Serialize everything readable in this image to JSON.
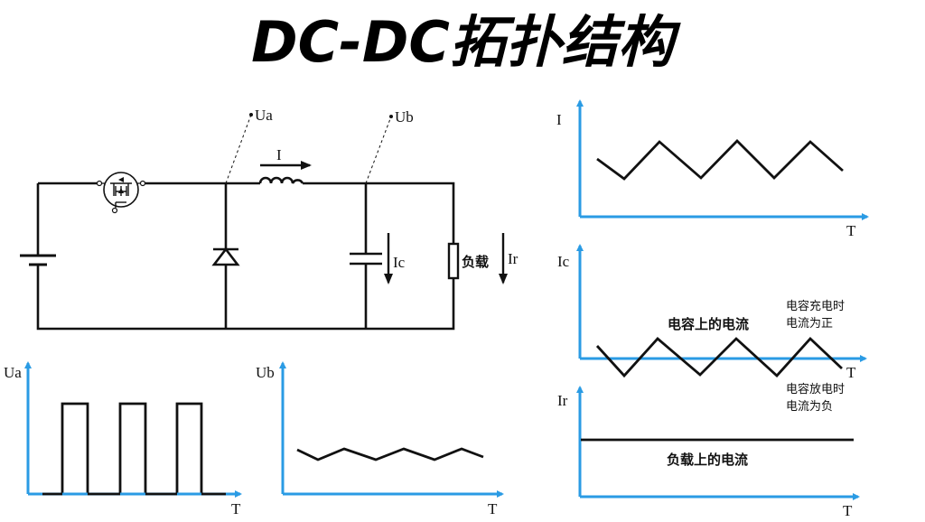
{
  "title": "DC-DC拓扑结构",
  "circuit": {
    "node_a": "Ua",
    "node_b": "Ub",
    "inductor_current": "I",
    "capacitor_current": "Ic",
    "load_label": "负载",
    "load_current": "Ir"
  },
  "graphs": {
    "ua": {
      "ylabel": "Ua",
      "xlabel": "T"
    },
    "ub": {
      "ylabel": "Ub",
      "xlabel": "T"
    },
    "i": {
      "ylabel": "I",
      "xlabel": "T"
    },
    "ic": {
      "ylabel": "Ic",
      "xlabel": "T",
      "caption": "电容上的电流",
      "charge_note": [
        "电容充电时",
        "电流为正"
      ],
      "discharge_note": [
        "电容放电时",
        "电流为负"
      ]
    },
    "ir": {
      "ylabel": "Ir",
      "xlabel": "T",
      "caption": "负载上的电流"
    }
  },
  "colors": {
    "axis": "#2a9be4",
    "line": "#111111"
  }
}
